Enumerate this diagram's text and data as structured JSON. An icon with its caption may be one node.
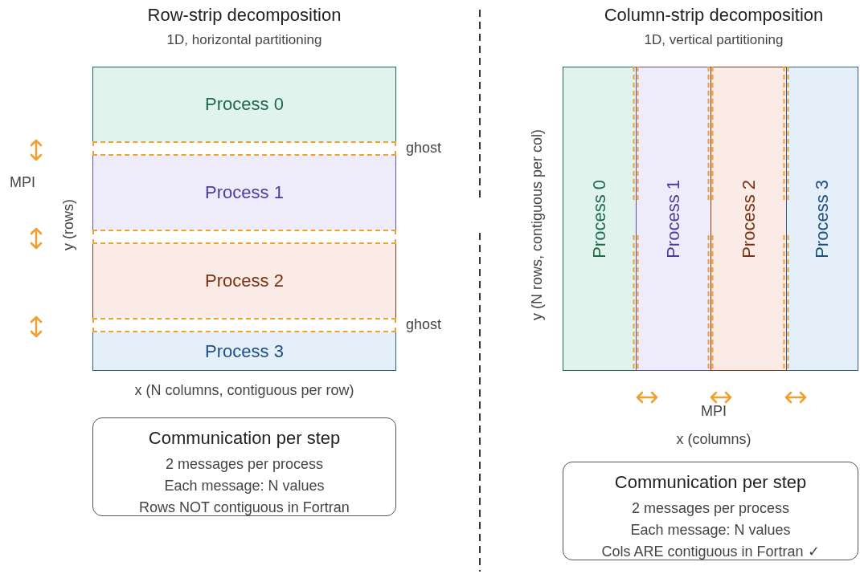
{
  "diagram": {
    "nodes": [
      {
        "text": [
          "Process 0"
        ]
      },
      {
        "text": [],
        "shape": "bar",
        "beside": [
          "ghost"
        ]
      },
      {
        "text": [
          "Process 1"
        ]
      },
      {
        "text": [],
        "shape": "bar"
      },
      {
        "text": [
          "Process 2"
        ]
      },
      {
        "text": [],
        "shape": "bar",
        "beside": [
          "ghost"
        ]
      },
      {
        "text": [
          "Process 3"
        ]
      },
      {
        "text": [
          "Communication per step",
          "2 messages per process",
          "Each message: N values",
          "Rows NOT contiguous in Fortran"
        ]
      },
      {
        "text": [
          "Process 0"
        ]
      },
      {
        "text": [
          "Process 1"
        ]
      },
      {
        "text": [
          "Process 2"
        ]
      },
      {
        "text": [
          "Process 3"
        ]
      },
      {
        "text": [
          "Communication per step",
          "2 messages per process",
          "Each message: N values",
          "Cols ARE contiguous in Fortran ✓"
        ]
      }
    ],
    "labels": [
      "Row-strip decomposition",
      "1D, horizontal partitioning",
      "MPI",
      "y (rows)",
      "x (N columns, contiguous per row)",
      "Column-strip decomposition",
      "1D, vertical partitioning",
      "y (N rows, contiguous per col)",
      "MPI",
      "x (columns)"
    ]
  }
}
